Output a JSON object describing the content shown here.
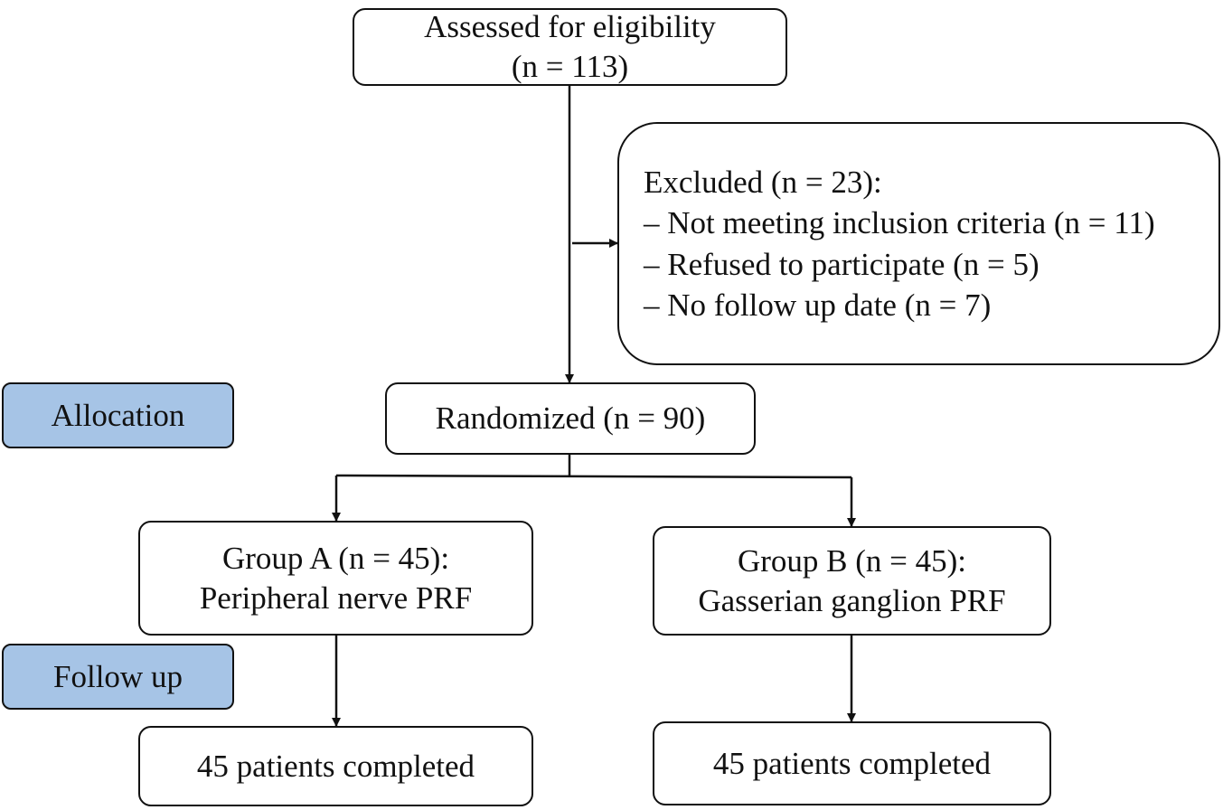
{
  "assessed": {
    "line1": "Assessed for eligibility",
    "line2": "(n = 113)"
  },
  "excluded": {
    "heading": "Excluded (n = 23):",
    "reasons": [
      "– Not meeting inclusion criteria (n = 11)",
      "– Refused to participate (n = 5)",
      "– No follow up date (n = 7)"
    ]
  },
  "randomized": {
    "label": "Randomized (n = 90)"
  },
  "stages": {
    "allocation": "Allocation",
    "follow_up": "Follow up"
  },
  "group_a": {
    "line1": "Group A (n = 45):",
    "line2": "Peripheral nerve PRF",
    "completed": "45 patients completed"
  },
  "group_b": {
    "line1": "Group B (n = 45):",
    "line2": "Gasserian ganglion PRF",
    "completed": "45 patients completed"
  },
  "colors": {
    "stage_fill": "#a6c4e6",
    "stroke": "#111111"
  }
}
